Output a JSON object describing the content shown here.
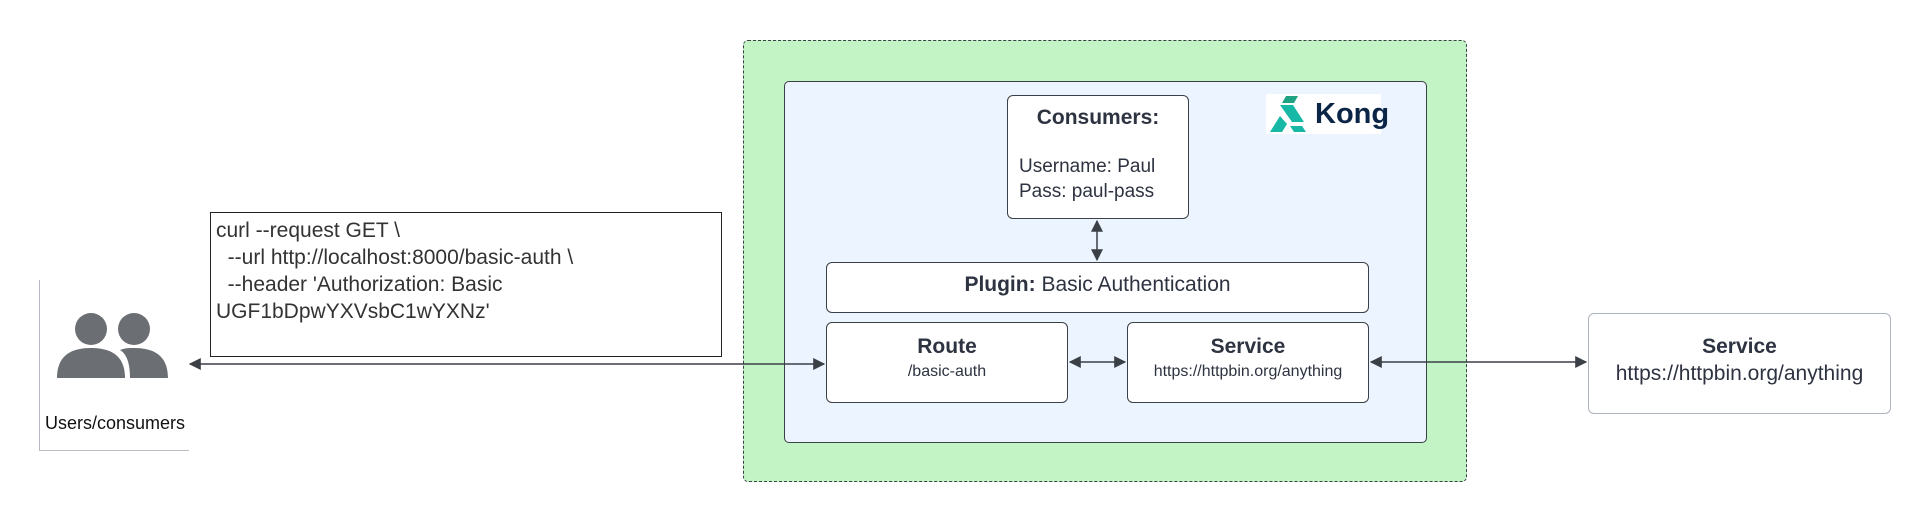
{
  "users": {
    "label": "Users/consumers"
  },
  "request": {
    "lines": [
      "curl --request GET \\",
      "  --url http://localhost:8000/basic-auth \\",
      "  --header 'Authorization: Basic",
      "UGF1bDpwYXVsbC1wYXNz'"
    ]
  },
  "kong": {
    "logo_text": "Kong",
    "consumers": {
      "title": "Consumers:",
      "username": "Username: Paul",
      "password": "Pass: paul-pass"
    },
    "plugin": {
      "prefix": "Plugin:",
      "name": "Basic Authentication"
    },
    "route": {
      "title": "Route",
      "path": "/basic-auth"
    },
    "service": {
      "title": "Service",
      "url": "https://httpbin.org/anything"
    }
  },
  "external_service": {
    "title": "Service",
    "url": "https://httpbin.org/anything"
  },
  "colors": {
    "kong_outer_bg": "#c2f4c6",
    "kong_inner_bg": "#ecf4ff",
    "arrow": "#3b3f46",
    "logo_teal": "#14b59a"
  }
}
